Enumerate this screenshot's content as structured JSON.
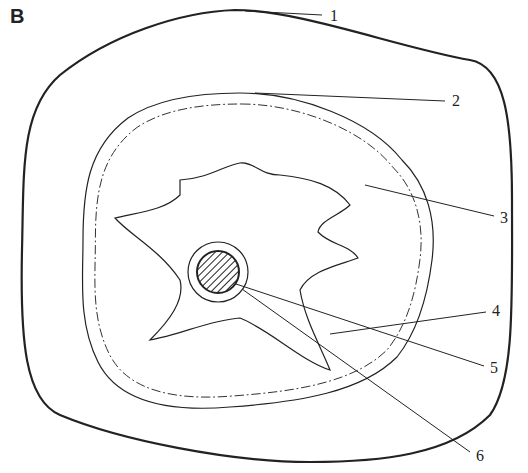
{
  "diagram": {
    "labels": [
      "B",
      "1",
      "2",
      "3",
      "4",
      "5",
      "6"
    ]
  }
}
